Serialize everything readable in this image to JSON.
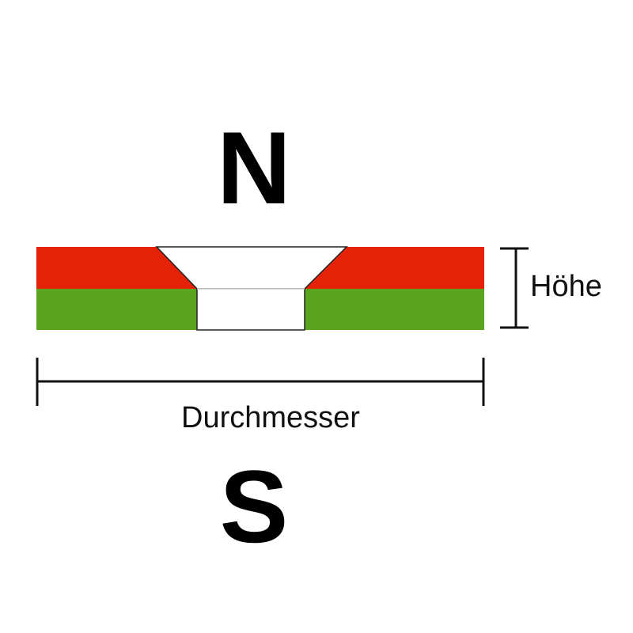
{
  "poles": {
    "north": "N",
    "south": "S"
  },
  "dimensions": {
    "height_label": "Höhe",
    "diameter_label": "Durchmesser"
  },
  "colors": {
    "north_pole": "#e52207",
    "south_pole": "#5ba41f",
    "hole": "#ffffff",
    "outline": "#111111"
  }
}
